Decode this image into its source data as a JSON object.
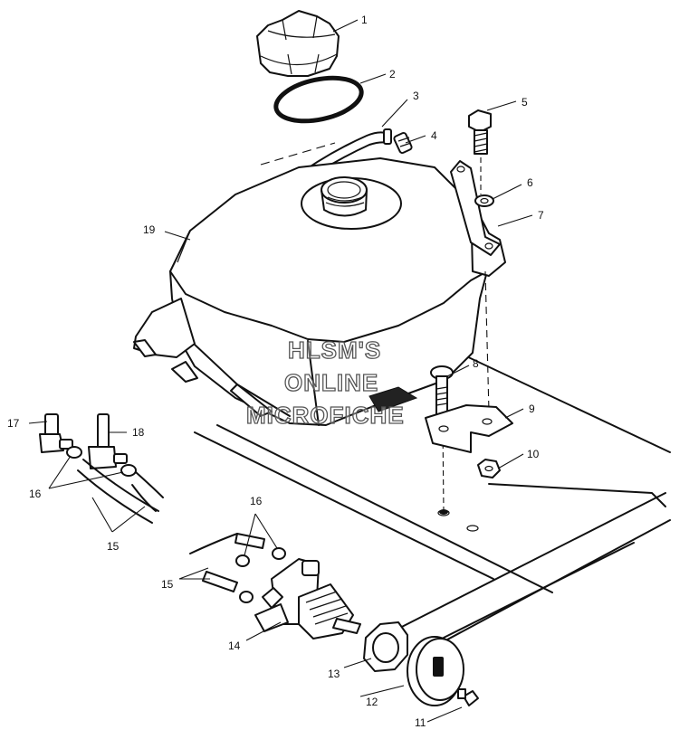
{
  "watermark": {
    "lines": [
      "HLSM'S",
      "ONLINE",
      "MICROFICHE"
    ]
  },
  "callouts": [
    "1",
    "2",
    "3",
    "4",
    "5",
    "6",
    "7",
    "8",
    "9",
    "10",
    "11",
    "12",
    "13",
    "14",
    "15",
    "15",
    "16",
    "16",
    "17",
    "18",
    "19"
  ],
  "colors": {
    "line": "#111111",
    "background": "#ffffff",
    "watermark_stroke": "#555555"
  }
}
